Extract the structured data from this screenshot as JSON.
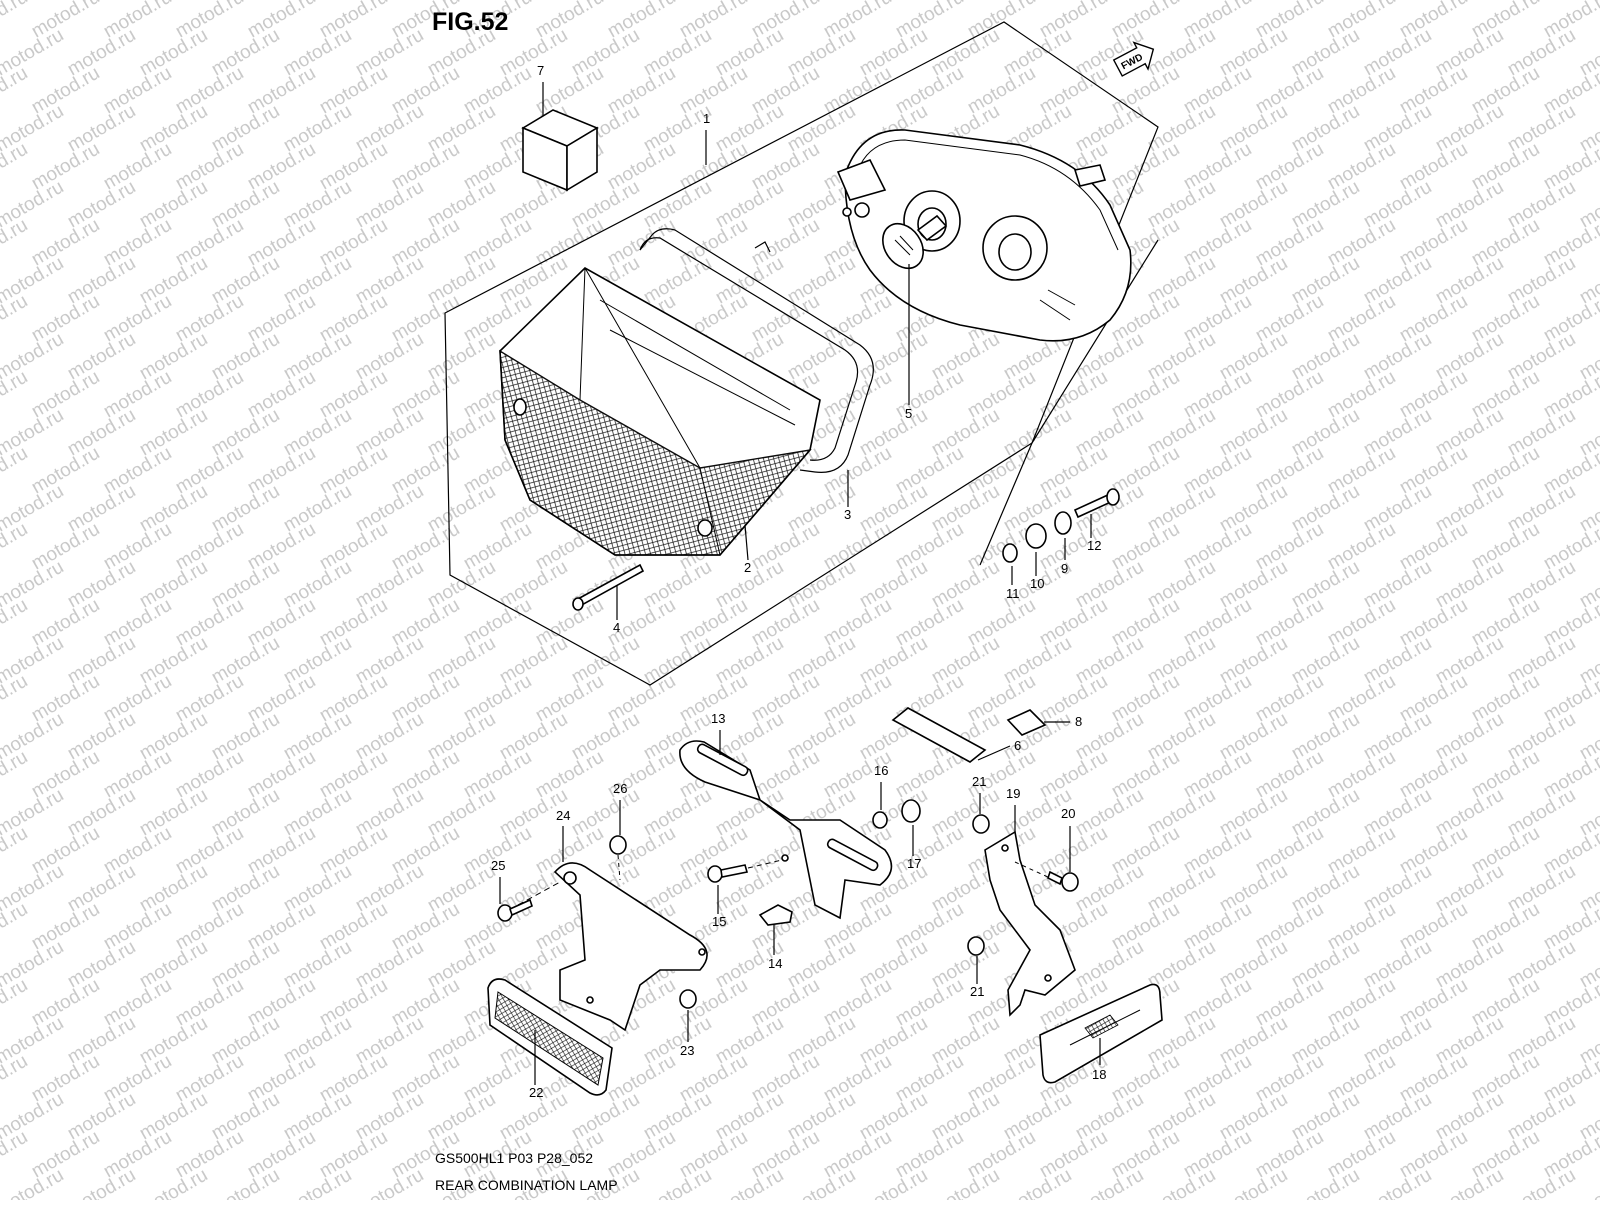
{
  "figure": {
    "title": "FIG.52",
    "model_code": "GS500HL1 P03 P28_052",
    "caption": "REAR COMBINATION LAMP",
    "fwd_label": "FWD",
    "watermark": "motod.ru"
  },
  "callouts": [
    {
      "id": "1",
      "label": "1"
    },
    {
      "id": "2",
      "label": "2"
    },
    {
      "id": "3",
      "label": "3"
    },
    {
      "id": "4",
      "label": "4"
    },
    {
      "id": "5",
      "label": "5"
    },
    {
      "id": "6",
      "label": "6"
    },
    {
      "id": "7",
      "label": "7"
    },
    {
      "id": "8",
      "label": "8"
    },
    {
      "id": "9",
      "label": "9"
    },
    {
      "id": "10",
      "label": "10"
    },
    {
      "id": "11",
      "label": "11"
    },
    {
      "id": "12",
      "label": "12"
    },
    {
      "id": "13",
      "label": "13"
    },
    {
      "id": "14",
      "label": "14"
    },
    {
      "id": "15",
      "label": "15"
    },
    {
      "id": "16",
      "label": "16"
    },
    {
      "id": "17",
      "label": "17"
    },
    {
      "id": "18",
      "label": "18"
    },
    {
      "id": "19",
      "label": "19"
    },
    {
      "id": "20",
      "label": "20"
    },
    {
      "id": "21a",
      "label": "21"
    },
    {
      "id": "21b",
      "label": "21"
    },
    {
      "id": "22",
      "label": "22"
    },
    {
      "id": "23",
      "label": "23"
    },
    {
      "id": "24",
      "label": "24"
    },
    {
      "id": "25",
      "label": "25"
    },
    {
      "id": "26",
      "label": "26"
    }
  ]
}
